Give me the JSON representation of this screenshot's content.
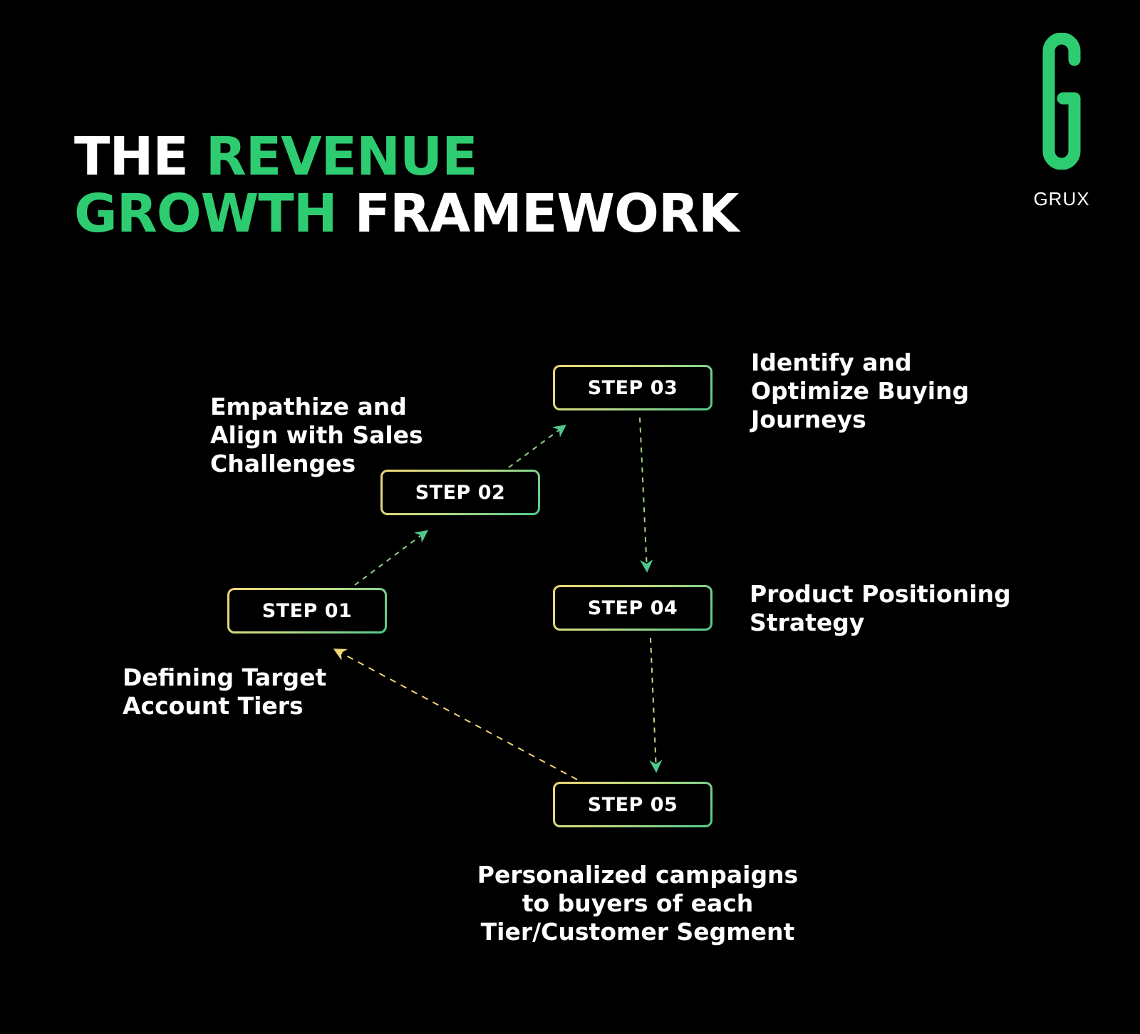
{
  "title": {
    "line1_white": "THE",
    "line1_green": "REVENUE",
    "line2_green": "GROWTH",
    "line2_white": "FRAMEWORK"
  },
  "logo": {
    "icon": "grux-g-logo",
    "text": "GRUX"
  },
  "colors": {
    "background": "#000000",
    "accent_green": "#2ECC71",
    "accent_yellow": "#F2D675",
    "text": "#FFFFFF"
  },
  "steps": [
    {
      "label": "STEP 01",
      "description": "Defining Target\nAccount Tiers"
    },
    {
      "label": "STEP 02",
      "description": "Empathize and\nAlign with Sales\nChallenges"
    },
    {
      "label": "STEP 03",
      "description": "Identify and\nOptimize Buying\nJourneys"
    },
    {
      "label": "STEP 04",
      "description": "Product Positioning\nStrategy"
    },
    {
      "label": "STEP 05",
      "description": "Personalized campaigns\nto buyers of each\nTier/Customer Segment"
    }
  ],
  "flow": [
    {
      "from": "STEP 01",
      "to": "STEP 02"
    },
    {
      "from": "STEP 02",
      "to": "STEP 03"
    },
    {
      "from": "STEP 03",
      "to": "STEP 04"
    },
    {
      "from": "STEP 04",
      "to": "STEP 05"
    },
    {
      "from": "STEP 05",
      "to": "STEP 01"
    }
  ]
}
